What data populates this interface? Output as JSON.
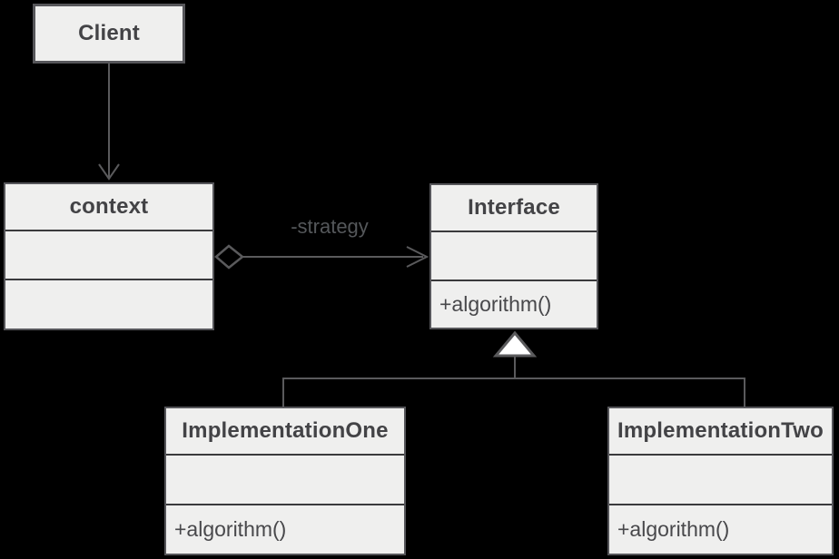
{
  "classes": {
    "client": {
      "name": "Client"
    },
    "context": {
      "name": "context"
    },
    "interface": {
      "name": "Interface",
      "method": "+algorithm()"
    },
    "implementation_one": {
      "name": "ImplementationOne",
      "method": "+algorithm()"
    },
    "implementation_two": {
      "name": "ImplementationTwo",
      "method": "+algorithm()"
    }
  },
  "relationships": {
    "client_to_context": {
      "from": "Client",
      "to": "context",
      "type": "directed-association"
    },
    "context_to_interface": {
      "from": "context",
      "to": "Interface",
      "type": "aggregation",
      "label": "-strategy"
    },
    "implementation_one_to_interface": {
      "from": "ImplementationOne",
      "to": "Interface",
      "type": "generalization"
    },
    "implementation_two_to_interface": {
      "from": "ImplementationTwo",
      "to": "Interface",
      "type": "generalization"
    }
  },
  "colors": {
    "background": "#000000",
    "box_fill": "#efefee",
    "box_border": "#56565a",
    "divider": "#3a3a3c",
    "connector": "#5a5a5c",
    "title_text": "#434346",
    "method_text": "#48484b",
    "label_text": "#54575a",
    "triangle_fill": "#ffffff"
  }
}
